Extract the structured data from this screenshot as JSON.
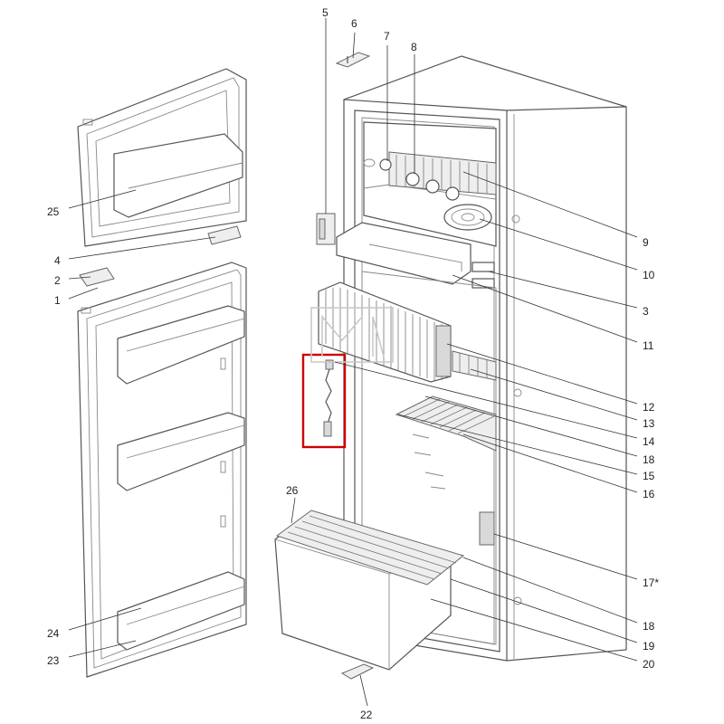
{
  "diagram": {
    "highlight_color": "#cc0000",
    "watermark_color": "#c9c9c9",
    "callouts": [
      "1",
      "2",
      "3",
      "4",
      "5",
      "6",
      "7",
      "8",
      "9",
      "10",
      "11",
      "12",
      "13",
      "14",
      "15",
      "16",
      "17*",
      "18",
      "19",
      "20",
      "22",
      "23",
      "24",
      "25",
      "26"
    ]
  }
}
